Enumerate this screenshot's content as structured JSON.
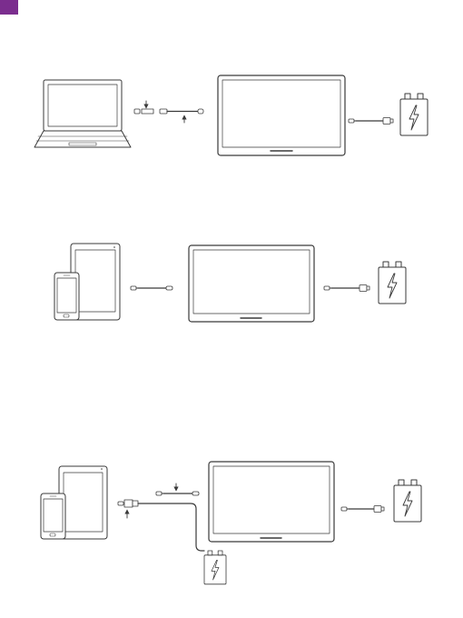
{
  "theme": {
    "accent": "#7b2d8e",
    "line": "#3a3a3a"
  },
  "monitor_brand": "",
  "scenes": [
    {
      "name": "laptop-setup",
      "source": "laptop",
      "cables": [
        "usb-c-to-usb-c",
        "usb-c-power"
      ],
      "power": "power-adapter"
    },
    {
      "name": "tablet-phone-setup",
      "source": "tablet-and-phone",
      "cables": [
        "usb-c-to-usb-c",
        "usb-c-power"
      ],
      "power": "power-adapter"
    },
    {
      "name": "tablet-phone-split-setup",
      "source": "tablet-and-phone",
      "cables": [
        "usb-c-splitter",
        "usb-c-power"
      ],
      "power": "power-adapter"
    }
  ],
  "icons": {
    "power": "lightning-bolt-icon",
    "arrow": "arrow-icon"
  }
}
